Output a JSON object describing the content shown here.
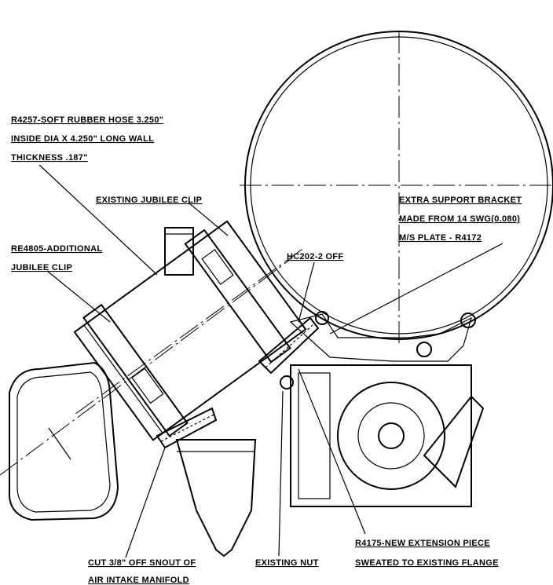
{
  "labels": {
    "hose": [
      "R4257-SOFT RUBBER HOSE 3.250\"",
      "INSIDE DIA X 4.250\" LONG WALL",
      "THICKNESS .187\""
    ],
    "existing_clip": "EXISTING JUBILEE CLIP",
    "additional_clip": [
      "RE4805-ADDITIONAL",
      "JUBILEE CLIP"
    ],
    "hc202": "HC202-2 OFF",
    "bracket": [
      "EXTRA SUPPORT BRACKET",
      "MADE FROM 14 SWG(0.080)",
      "M/S PLATE - R4172"
    ],
    "snout": [
      "CUT 3/8\" OFF SNOUT OF",
      "AIR INTAKE MANIFOLD"
    ],
    "nut": "EXISTING NUT",
    "extension": [
      "R4175-NEW EXTENSION PIECE",
      "SWEATED TO EXISTING FLANGE"
    ]
  }
}
